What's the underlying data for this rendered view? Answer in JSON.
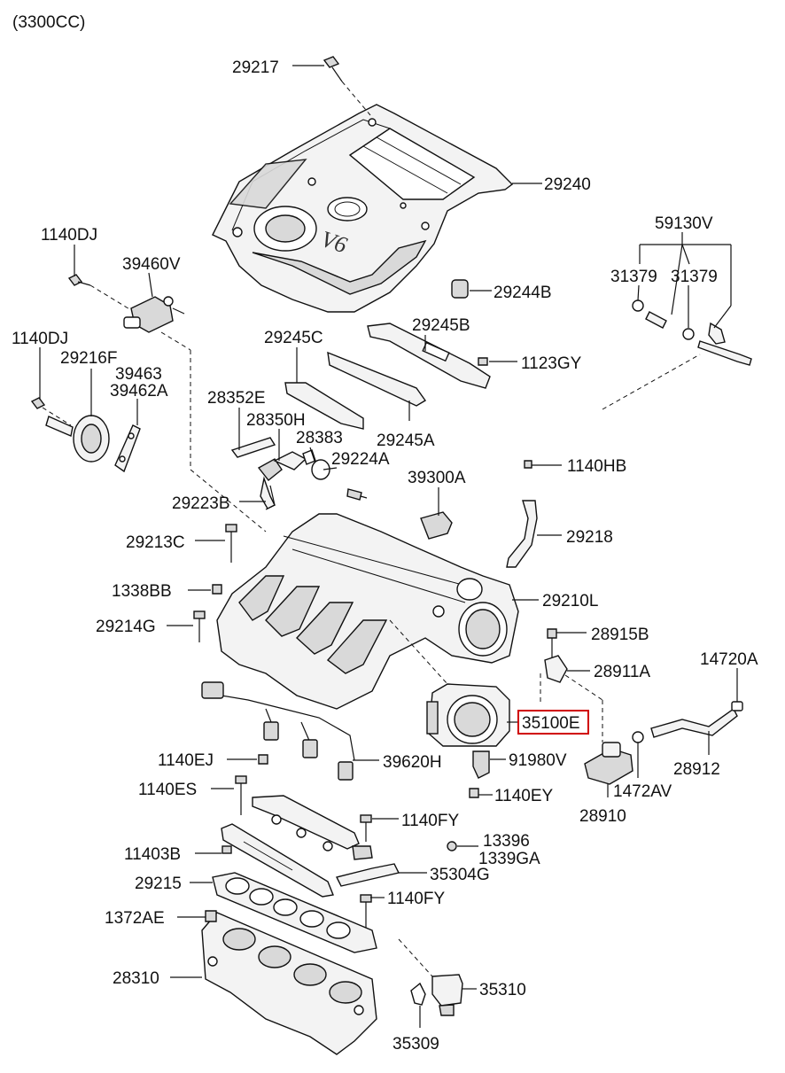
{
  "header": {
    "engine": "(3300CC)"
  },
  "labels": {
    "p29217": "29217",
    "p29240": "29240",
    "p59130V": "59130V",
    "p31379a": "31379",
    "p31379b": "31379",
    "p1140DJa": "1140DJ",
    "p39460V": "39460V",
    "p29244B": "29244B",
    "p1140DJb": "1140DJ",
    "p29216F": "29216F",
    "p39463": "39463",
    "p39462A": "39462A",
    "p29245C": "29245C",
    "p29245B": "29245B",
    "p1123GY": "1123GY",
    "p28352E": "28352E",
    "p28350H": "28350H",
    "p28383": "28383",
    "p29224A": "29224A",
    "p29245A": "29245A",
    "p1140HB": "1140HB",
    "p39300A": "39300A",
    "p29223B": "29223B",
    "p29213C": "29213C",
    "p29218": "29218",
    "p1338BB": "1338BB",
    "p29210L": "29210L",
    "p29214G": "29214G",
    "p28915B": "28915B",
    "p14720A": "14720A",
    "p28911A": "28911A",
    "p35100E": "35100E",
    "p28912": "28912",
    "p1140EJ": "1140EJ",
    "p39620H": "39620H",
    "p91980V": "91980V",
    "p1472AV": "1472AV",
    "p1140ES": "1140ES",
    "p1140EY": "1140EY",
    "p28910": "28910",
    "p1140FYa": "1140FY",
    "p13396": "13396",
    "p1339GA": "1339GA",
    "p11403B": "11403B",
    "p35304G": "35304G",
    "p29215": "29215",
    "p1140FYb": "1140FY",
    "p1372AE": "1372AE",
    "p28310": "28310",
    "p35310": "35310",
    "p35309": "35309"
  },
  "cover_badge": "V6",
  "highlight": {
    "part": "35100E",
    "color": "#d00000"
  }
}
